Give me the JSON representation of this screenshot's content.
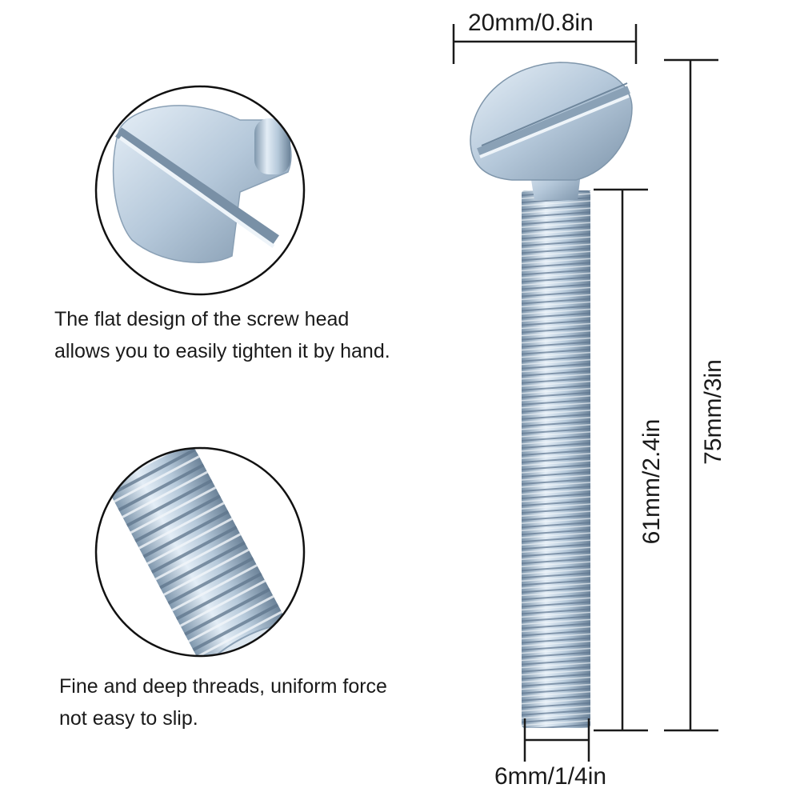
{
  "captions": {
    "head": "The flat design of the screw head\nallows you to easily tighten it by hand.",
    "thread": "Fine and deep threads, uniform force\nnot easy to slip."
  },
  "dimensions": {
    "head_width": "20mm/0.8in",
    "thread_length": "61mm/2.4in",
    "total_length": "75mm/3in",
    "diameter": "6mm/1/4in"
  },
  "colors": {
    "zinc_light": "#dfe9f2",
    "zinc_mid": "#a9bfd3",
    "zinc_dark": "#6f879d",
    "line": "#1a1a1a"
  }
}
